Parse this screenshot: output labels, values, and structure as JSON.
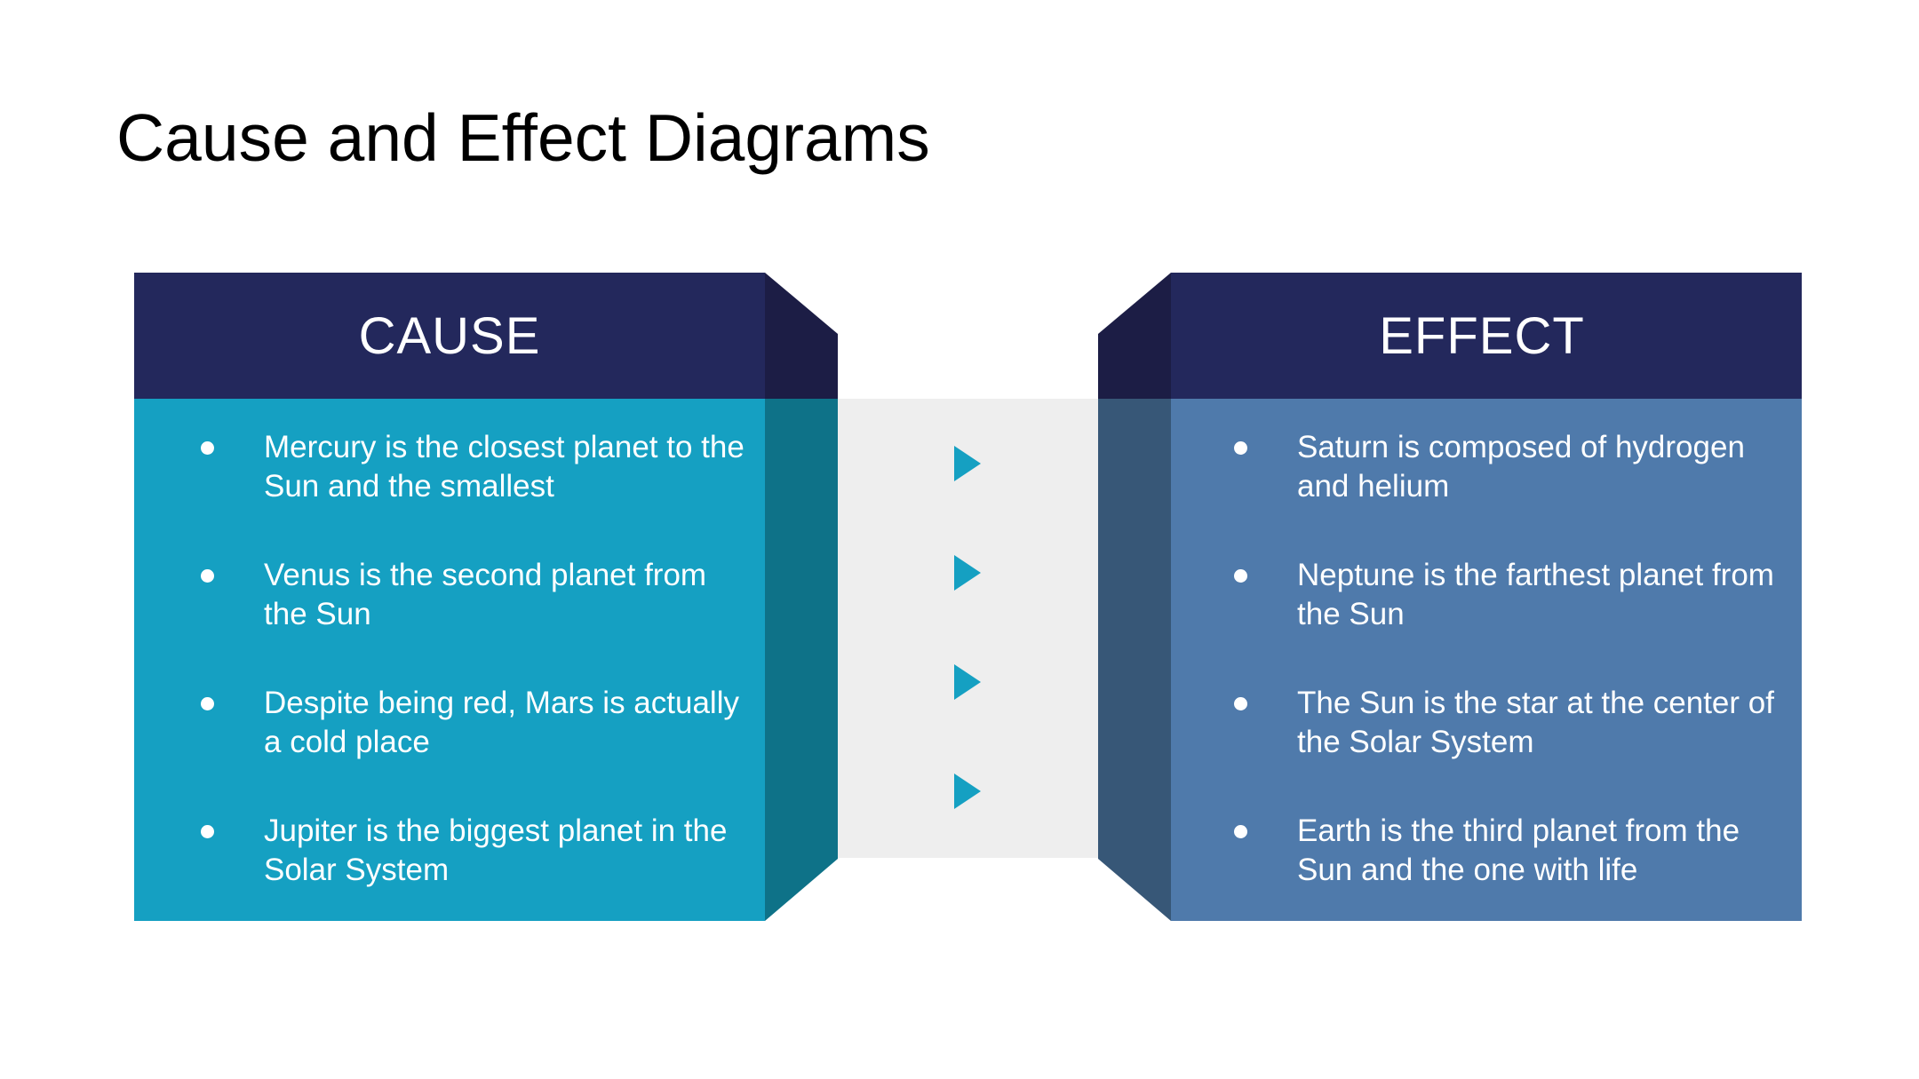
{
  "title": "Cause and Effect Diagrams",
  "colors": {
    "header": "#23285c",
    "header_side": "#1c1d45",
    "cause_body": "#15a0c2",
    "cause_side": "#0e7288",
    "effect_body": "#4f7aab",
    "effect_side": "#375777",
    "connector": "#eeeeee",
    "arrow": "#15a0c2"
  },
  "cause": {
    "title": "CAUSE",
    "items": [
      "Mercury is the closest planet to the Sun and the smallest",
      "Venus is the second planet from the Sun",
      "Despite being red, Mars is actually a cold place",
      "Jupiter is the biggest planet in the Solar System"
    ]
  },
  "effect": {
    "title": "EFFECT",
    "items": [
      "Saturn is composed of hydrogen and helium",
      "Neptune is the farthest planet from the Sun",
      "The Sun is the star at the center of the Solar System",
      "Earth is the third planet from the Sun and the one with life"
    ]
  },
  "connector": {
    "arrow_icons": [
      "play-arrow-icon",
      "play-arrow-icon",
      "play-arrow-icon",
      "play-arrow-icon"
    ]
  }
}
